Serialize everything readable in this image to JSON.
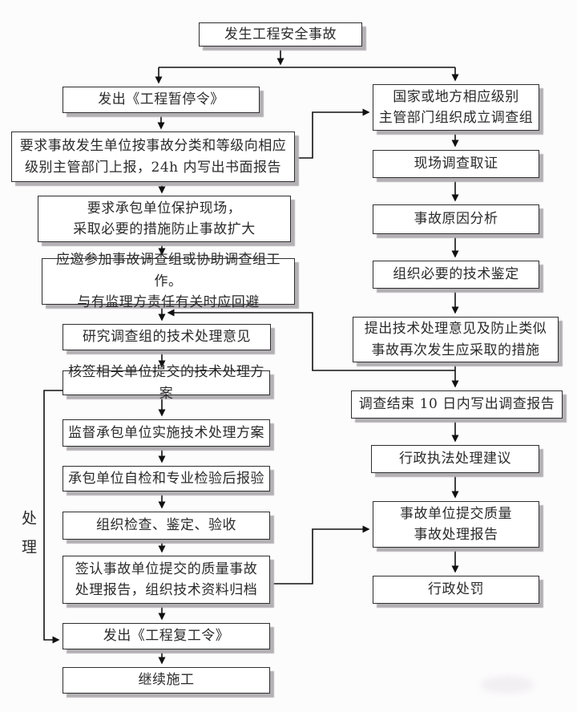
{
  "flowchart": {
    "side_label": "处理",
    "colors": {
      "background": "#fdfcfd",
      "box_fill": "#ffffff",
      "box_border": "#2e2e2e",
      "box_shadow": "#b3b0b3",
      "line": "#111111",
      "text": "#2a2a2a"
    },
    "nodes": {
      "start": "发生工程安全事故",
      "suspension_order": "发出《工程暂停令》",
      "report_authority": "要求事故发生单位按事故分类和等级向相应\n级别主管部门上报，24h 内写出书面报告",
      "protect_site": "要求承包单位保护现场，\n采取必要的措施防止事故扩大",
      "join_investigation": "应邀参加事故调查组或协助调查组工作。\n与有监理方责任有关时应回避",
      "study_opinions": "研究调查组的技术处理意见",
      "countersign_plan": "核签相关单位提交的技术处理方案",
      "supervise_implementation": "监督承包单位实施技术处理方案",
      "self_inspection": "承包单位自检和专业检验后报验",
      "organize_acceptance": "组织检查、鉴定、验收",
      "sign_archive": "签认事故单位提交的质量事故\n处理报告，组织技术资料归档",
      "resume_order": "发出《工程复工令》",
      "continue_construction": "继续施工",
      "authority_team": "国家或地方相应级别\n主管部门组织成立调查组",
      "site_investigation": "现场调查取证",
      "cause_analysis": "事故原因分析",
      "technical_appraisal": "组织必要的技术鉴定",
      "propose_opinions": "提出技术处理意见及防止类似\n事故再次发生应采取的措施",
      "investigation_report": "调查结束 10 日内写出调查报告",
      "enforcement_suggestion": "行政执法处理建议",
      "unit_quality_report": "事故单位提交质量\n事故处理报告",
      "administrative_penalty": "行政处罚"
    },
    "edges": [
      {
        "from": "start",
        "to": "suspension_order"
      },
      {
        "from": "start",
        "to": "authority_team"
      },
      {
        "from": "suspension_order",
        "to": "report_authority"
      },
      {
        "from": "report_authority",
        "to": "authority_team"
      },
      {
        "from": "report_authority",
        "to": "protect_site"
      },
      {
        "from": "protect_site",
        "to": "join_investigation"
      },
      {
        "from": "join_investigation",
        "to": "study_opinions"
      },
      {
        "from": "propose_opinions",
        "to": "study_opinions"
      },
      {
        "from": "study_opinions",
        "to": "countersign_plan"
      },
      {
        "from": "countersign_plan",
        "to": "supervise_implementation"
      },
      {
        "from": "countersign_plan",
        "to": "resume_order"
      },
      {
        "from": "supervise_implementation",
        "to": "self_inspection"
      },
      {
        "from": "self_inspection",
        "to": "organize_acceptance"
      },
      {
        "from": "organize_acceptance",
        "to": "sign_archive"
      },
      {
        "from": "sign_archive",
        "to": "resume_order"
      },
      {
        "from": "sign_archive",
        "to": "unit_quality_report"
      },
      {
        "from": "resume_order",
        "to": "continue_construction"
      },
      {
        "from": "authority_team",
        "to": "site_investigation"
      },
      {
        "from": "site_investigation",
        "to": "cause_analysis"
      },
      {
        "from": "cause_analysis",
        "to": "technical_appraisal"
      },
      {
        "from": "technical_appraisal",
        "to": "propose_opinions"
      },
      {
        "from": "propose_opinions",
        "to": "investigation_report"
      },
      {
        "from": "investigation_report",
        "to": "enforcement_suggestion"
      },
      {
        "from": "enforcement_suggestion",
        "to": "unit_quality_report"
      },
      {
        "from": "unit_quality_report",
        "to": "administrative_penalty"
      }
    ]
  }
}
